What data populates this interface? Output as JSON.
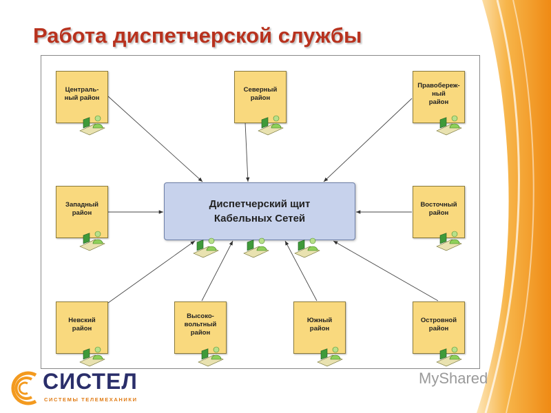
{
  "title": "Работа диспетчерской службы",
  "center_node": "Диспетчерский щит\nКабельных Сетей",
  "districts": [
    {
      "id": "central",
      "label": "Централь-\nный район"
    },
    {
      "id": "north",
      "label": "Северный\nрайон"
    },
    {
      "id": "rightbank",
      "label": "Правобереж-\nный\nрайон"
    },
    {
      "id": "west",
      "label": "Западный\nрайон"
    },
    {
      "id": "east",
      "label": "Восточный\nрайон"
    },
    {
      "id": "nevsky",
      "label": "Невский\nрайон"
    },
    {
      "id": "highvolt",
      "label": "Высоко-\nвольтный\nрайон"
    },
    {
      "id": "south",
      "label": "Южный\nрайон"
    },
    {
      "id": "island",
      "label": "Островной\nрайон"
    }
  ],
  "logo": {
    "name": "СИСТЕЛ",
    "tagline": "СИСТЕМЫ ТЕЛЕМЕХАНИКИ"
  },
  "watermark": "MyShared",
  "colors": {
    "title": "#b8321e",
    "district_fill": "#f9d97e",
    "center_fill": "#c7d2ec",
    "accent_orange": "#f39a1f"
  }
}
